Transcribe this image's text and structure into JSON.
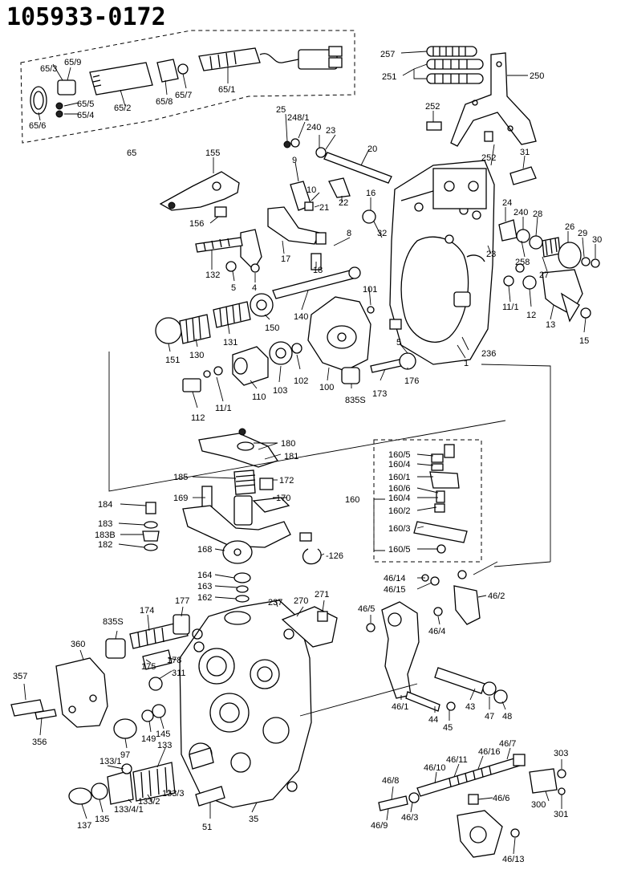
{
  "title": "105933-0172",
  "labels": {
    "65_3": "65/3",
    "65_9": "65/9",
    "65_5": "65/5",
    "65_4": "65/4",
    "65_6": "65/6",
    "65_2": "65/2",
    "65_8": "65/8",
    "65_7": "65/7",
    "65_1": "65/1",
    "65": "65",
    "257": "257",
    "251": "251",
    "250": "250",
    "252a": "252",
    "252b": "252",
    "25": "25",
    "248_1": "248/1",
    "240a": "240",
    "23a": "23",
    "20": "20",
    "155": "155",
    "9": "9",
    "10": "10",
    "21": "21",
    "22": "22",
    "16": "16",
    "156": "156",
    "31": "31",
    "24": "24",
    "240b": "240",
    "28": "28",
    "26": "26",
    "29": "29",
    "30": "30",
    "32": "32",
    "8": "8",
    "17": "17",
    "18": "18",
    "132": "132",
    "5a": "5",
    "4": "4",
    "258": "258",
    "23b": "23",
    "27": "27",
    "11_1a": "11/1",
    "12": "12",
    "13": "13",
    "15": "15",
    "101": "101",
    "140": "140",
    "150": "150",
    "151": "151",
    "130": "130",
    "131": "131",
    "236": "236",
    "1": "1",
    "5b": "5",
    "176": "176",
    "173": "173",
    "835S": "835S",
    "100": "100",
    "102": "102",
    "103": "103",
    "110": "110",
    "112": "112",
    "11_1b": "11/1",
    "180": "180",
    "181": "181",
    "185": "185",
    "172": "172",
    "184": "184",
    "169": "169",
    "170": "170",
    "183": "183",
    "183B": "183B",
    "182": "182",
    "168": "168",
    "126": "-126",
    "164": "164",
    "163": "163",
    "162": "162",
    "160": "160",
    "160_5a": "160/5",
    "160_4a": "160/4",
    "160_1": "160/1",
    "160_6": "160/6",
    "160_4b": "160/4",
    "160_2": "160/2",
    "160_3": "160/3",
    "160_5b": "160/5",
    "46_14": "46/14",
    "46_15": "46/15",
    "46_2": "46/2",
    "46_5": "46/5",
    "46_4": "46/4",
    "46_1": "46/1",
    "44": "44",
    "45": "45",
    "43": "43",
    "47": "47",
    "48": "48",
    "177": "177",
    "174": "174",
    "835S_b": "835S",
    "237": "237",
    "270": "270",
    "271": "271",
    "360": "360",
    "175": "175",
    "178": "178",
    "311": "311",
    "357": "357",
    "356": "356",
    "97": "97",
    "149": "149",
    "145": "145",
    "133_1": "133/1",
    "133": "133",
    "133_4_1": "133/4/1",
    "133_2": "133/2",
    "133_3": "133/3",
    "137": "137",
    "135": "135",
    "51": "51",
    "35": "35",
    "46_7": "46/7",
    "46_16": "46/16",
    "46_11": "46/11",
    "46_10": "46/10",
    "46_8": "46/8",
    "46_6": "46/6",
    "46_9": "46/9",
    "46_3": "46/3",
    "303": "303",
    "300": "300",
    "301": "301",
    "46_13": "46/13"
  }
}
